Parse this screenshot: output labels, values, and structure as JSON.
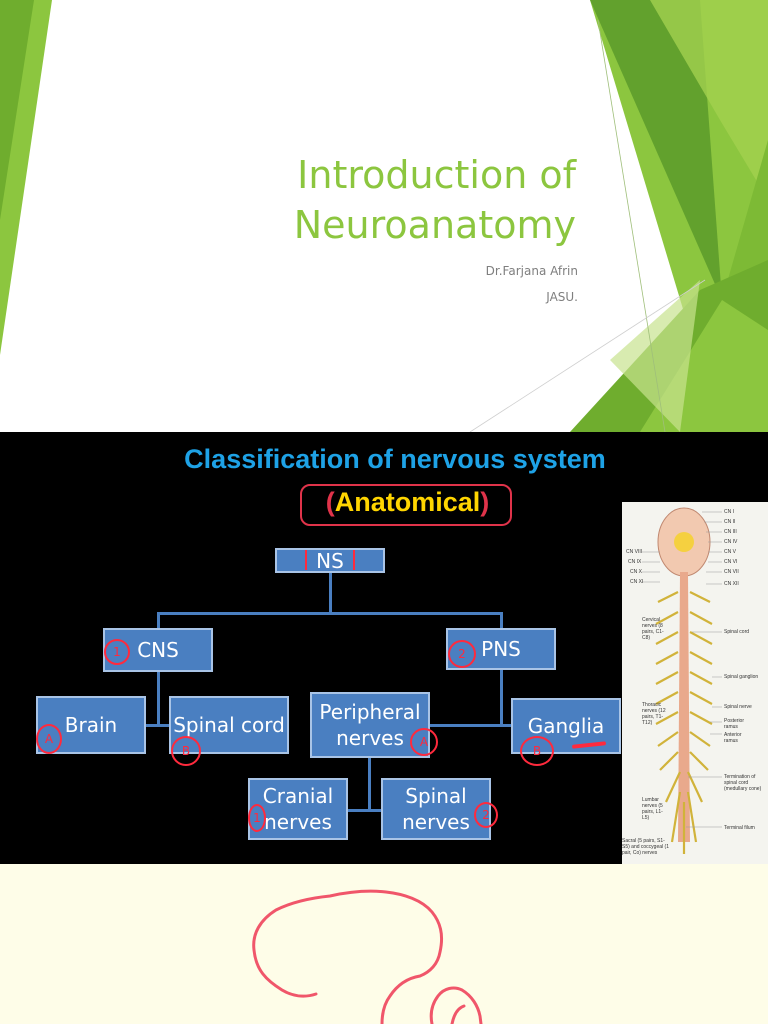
{
  "slide1": {
    "title_line1": "Introduction of",
    "title_line2": "Neuroanatomy",
    "author": "Dr.Farjana Afrin",
    "institution": "JASU.",
    "colors": {
      "accent": "#8cc63f",
      "accent_dark": "#5b9a2a",
      "accent_light": "#c8e28f"
    }
  },
  "slide2": {
    "title": "Classification of nervous system",
    "subtitle": "Anatomical",
    "subtitle_open_paren": "(",
    "subtitle_close_paren": ")",
    "nodes": {
      "ns": "NS",
      "cns": "CNS",
      "pns": "PNS",
      "brain": "Brain",
      "spinal_cord": "Spinal cord",
      "peripheral_nerves_line1": "Peripheral",
      "peripheral_nerves_line2": "nerves",
      "ganglia": "Ganglia",
      "cranial_nerves_line1": "Cranial",
      "cranial_nerves_line2": "nerves",
      "spinal_nerves_line1": "Spinal",
      "spinal_nerves_line2": "nerves"
    },
    "handwritten_marks": {
      "cns": "1",
      "pns": "2",
      "brain": "A",
      "spinal_cord": "B",
      "peripheral_nerves": "A",
      "ganglia": "B",
      "cranial_nerves": "1",
      "spinal_nerves": "2"
    },
    "anatomy_labels": {
      "cn_i": "CN I",
      "cn_ii": "CN II",
      "cn_iii": "CN III",
      "cn_iv": "CN IV",
      "cn_v": "CN V",
      "cn_vi": "CN VI",
      "cn_vii": "CN VII",
      "cn_xii": "CN XII",
      "cn_viii": "CN VIII",
      "cn_ix": "CN IX",
      "cn_x": "CN X",
      "cn_xi": "CN XI",
      "cervical": "Cervical nerves (8 pairs, C1-C8)",
      "spinal_cord": "Spinal cord",
      "spinal_ganglion": "Spinal ganglion",
      "thoracic": "Thoracic nerves (12 pairs, T1-T12)",
      "spinal_nerve": "Spinal nerve",
      "posterior_ramus": "Posterior ramus",
      "anterior_ramus": "Anterior ramus",
      "termination": "Termination of spinal cord (medullary cone)",
      "lumbar": "Lumbar nerves (5 pairs, L1-L5)",
      "terminal_filum": "Terminal filum",
      "sacral": "Sacral (5 pairs, S1-S5) and coccygeal (1 pair, Co) nerves"
    },
    "colors": {
      "box": "#4a7fc1",
      "title": "#1ea2e6",
      "subtitle": "#ffd500",
      "annotation": "#ff2a3d"
    }
  },
  "slide3": {
    "colors": {
      "background": "#fefde8",
      "sketch": "#f0566a"
    }
  }
}
